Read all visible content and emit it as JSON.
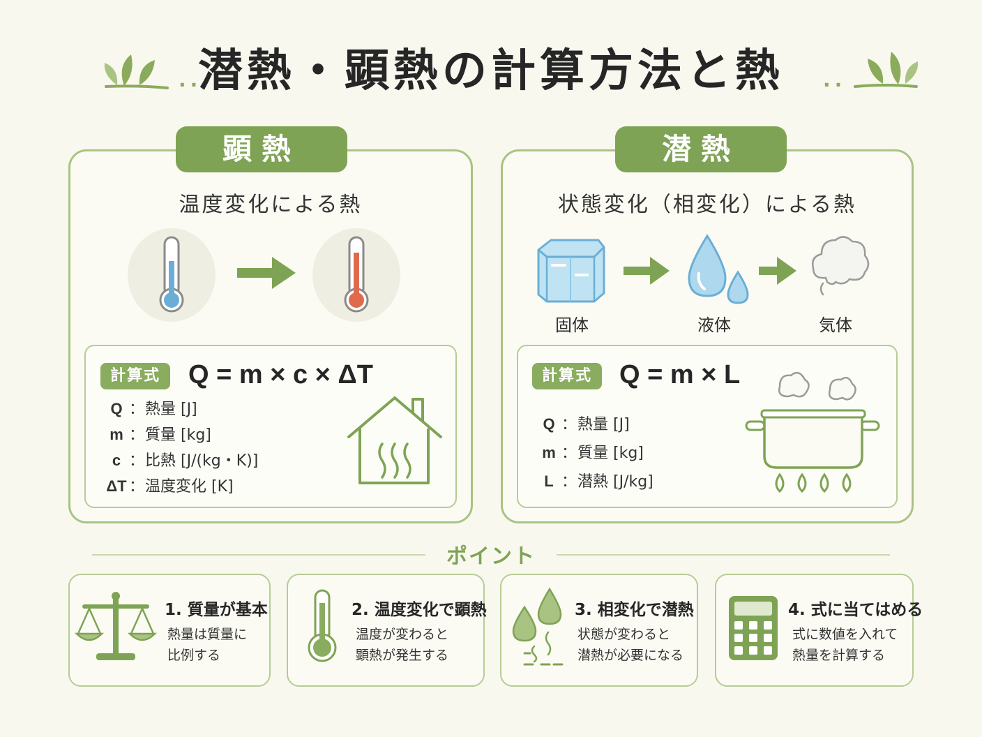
{
  "title": "潜熱・顕熱の計算方法と熱",
  "decor": {
    "dots_left": "..",
    "dots_right": ".."
  },
  "sensible": {
    "tab": "顕熱",
    "subtitle": "温度変化による熱",
    "badge": "計算式",
    "formula": "Q = m × c × ΔT",
    "vars": [
      {
        "sym": "Q",
        "desc": "熱量 [J]"
      },
      {
        "sym": "m",
        "desc": "質量 [kg]"
      },
      {
        "sym": "c",
        "desc": "比熱 [J/(kg・K)]"
      },
      {
        "sym": "ΔT",
        "desc": "温度変化 [K]"
      }
    ]
  },
  "latent": {
    "tab": "潜熱",
    "subtitle": "状態変化（相変化）による熱",
    "states": [
      "固体",
      "液体",
      "気体"
    ],
    "badge": "計算式",
    "formula": "Q = m × L",
    "vars": [
      {
        "sym": "Q",
        "desc": "熱量 [J]"
      },
      {
        "sym": "m",
        "desc": "質量 [kg]"
      },
      {
        "sym": "L",
        "desc": "潜熱 [J/kg]"
      }
    ]
  },
  "point": {
    "title": "ポイント",
    "cards": [
      {
        "title": "1. 質量が基本",
        "lines": [
          "熱量は質量に",
          "比例する"
        ],
        "icon": "balance-scale-icon"
      },
      {
        "title": "2. 温度変化で顕熱",
        "lines": [
          "温度が変わると",
          "顕熱が発生する"
        ],
        "icon": "thermometer-icon"
      },
      {
        "title": "3. 相変化で潜熱",
        "lines": [
          "状態が変わると",
          "潜熱が必要になる"
        ],
        "icon": "droplets-steam-icon"
      },
      {
        "title": "4. 式に当てはめる",
        "lines": [
          "式に数値を入れて",
          "熱量を計算する"
        ],
        "icon": "calculator-icon"
      }
    ]
  },
  "colors": {
    "accent": "#7fa354",
    "border": "#a9c383",
    "background": "#f9f8ef",
    "cold": "#6aaed6",
    "hot": "#e06a4c"
  }
}
